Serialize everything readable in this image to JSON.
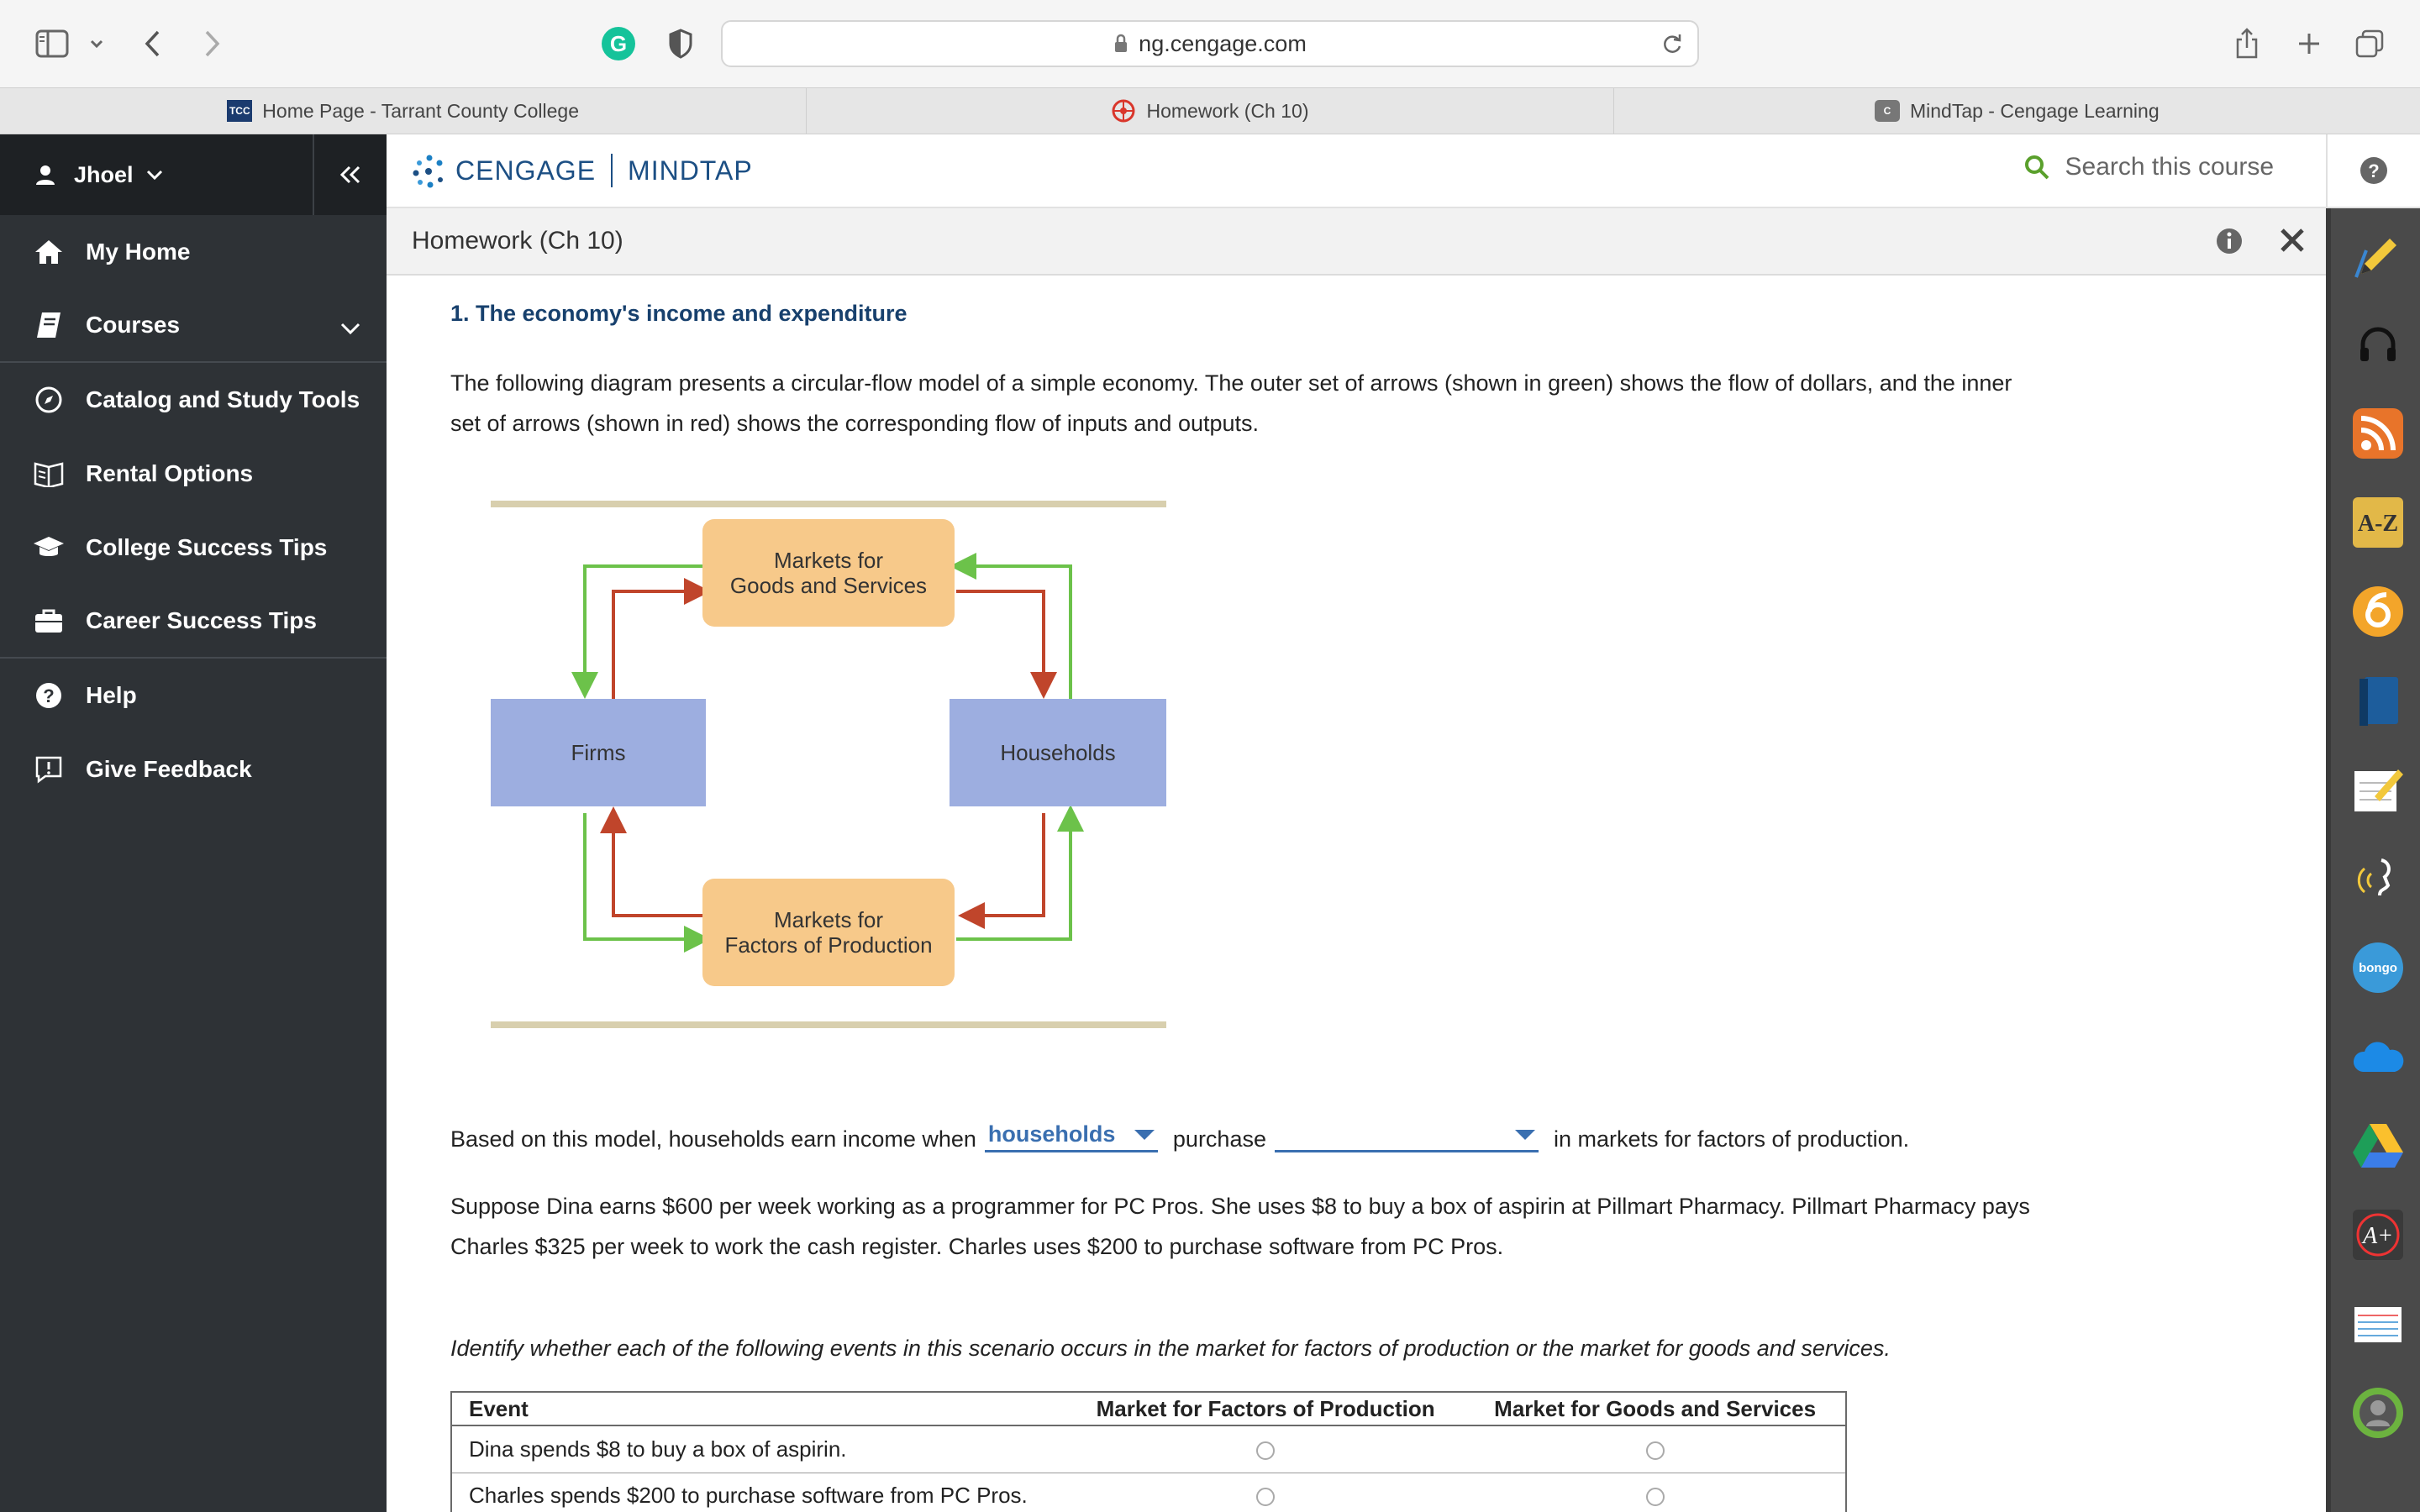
{
  "browser": {
    "url": "ng.cengage.com",
    "tabs": [
      {
        "label": "Home Page - Tarrant County College",
        "favicon": "TCC"
      },
      {
        "label": "Homework (Ch 10)",
        "favicon": "cengage-icon"
      },
      {
        "label": "MindTap - Cengage Learning",
        "favicon": "C"
      }
    ]
  },
  "sidebar": {
    "user": "Jhoel",
    "items": [
      {
        "label": "My Home",
        "icon": "home-icon"
      },
      {
        "label": "Courses",
        "icon": "book-icon"
      },
      {
        "label": "Catalog and Study Tools",
        "icon": "compass-icon"
      },
      {
        "label": "Rental Options",
        "icon": "open-book-icon"
      },
      {
        "label": "College Success Tips",
        "icon": "graduation-cap-icon"
      },
      {
        "label": "Career Success Tips",
        "icon": "briefcase-icon"
      },
      {
        "label": "Help",
        "icon": "help-icon"
      },
      {
        "label": "Give Feedback",
        "icon": "feedback-icon"
      }
    ]
  },
  "header": {
    "brand": "CENGAGE",
    "product": "MINDTAP",
    "search_placeholder": "Search this course"
  },
  "activity": {
    "title": "Homework (Ch 10)"
  },
  "question": {
    "title": "1. The economy's income and expenditure",
    "intro": "The following diagram presents a circular-flow model of a simple economy. The outer set of arrows (shown in green) shows the flow of dollars, and the inner set of arrows (shown in red) shows the corresponding flow of inputs and outputs.",
    "diagram": {
      "top_market": "Markets for\nGoods and Services",
      "bottom_market": "Markets for\nFactors of Production",
      "left_agent": "Firms",
      "right_agent": "Households",
      "colors": {
        "dollars": "#6cc24a",
        "goods": "#c0452b",
        "market_box": "#f7c98a",
        "agent_box": "#9daee0",
        "rule": "#d8cfae"
      }
    },
    "sentence": {
      "before": "Based on this model, households earn income when",
      "dropdown1": "households",
      "middle": "purchase",
      "dropdown2": "",
      "after": "in markets for factors of production."
    },
    "scenario": "Suppose Dina earns $600 per week working as a programmer for PC Pros. She uses $8 to buy a box of aspirin at Pillmart Pharmacy. Pillmart Pharmacy pays Charles $325 per week to work the cash register. Charles uses $200 to purchase software from PC Pros.",
    "instruction": "Identify whether each of the following events in this scenario occurs in the market for factors of production or the market for goods and services.",
    "table": {
      "headers": [
        "Event",
        "Market for Factors of Production",
        "Market for Goods and Services"
      ],
      "rows": [
        {
          "event": "Dina spends $8 to buy a box of aspirin."
        },
        {
          "event": "Charles spends $200 to purchase software from PC Pros."
        }
      ]
    }
  },
  "dock": [
    "pencil-icon",
    "headphones-icon",
    "rss-icon",
    "dictionary-az-icon",
    "circle-app-icon",
    "notebook-icon",
    "notes-icon",
    "readspeaker-icon",
    "bongo-icon",
    "onedrive-icon",
    "google-drive-icon",
    "aplus-icon",
    "flashcards-icon",
    "avatar-icon"
  ]
}
